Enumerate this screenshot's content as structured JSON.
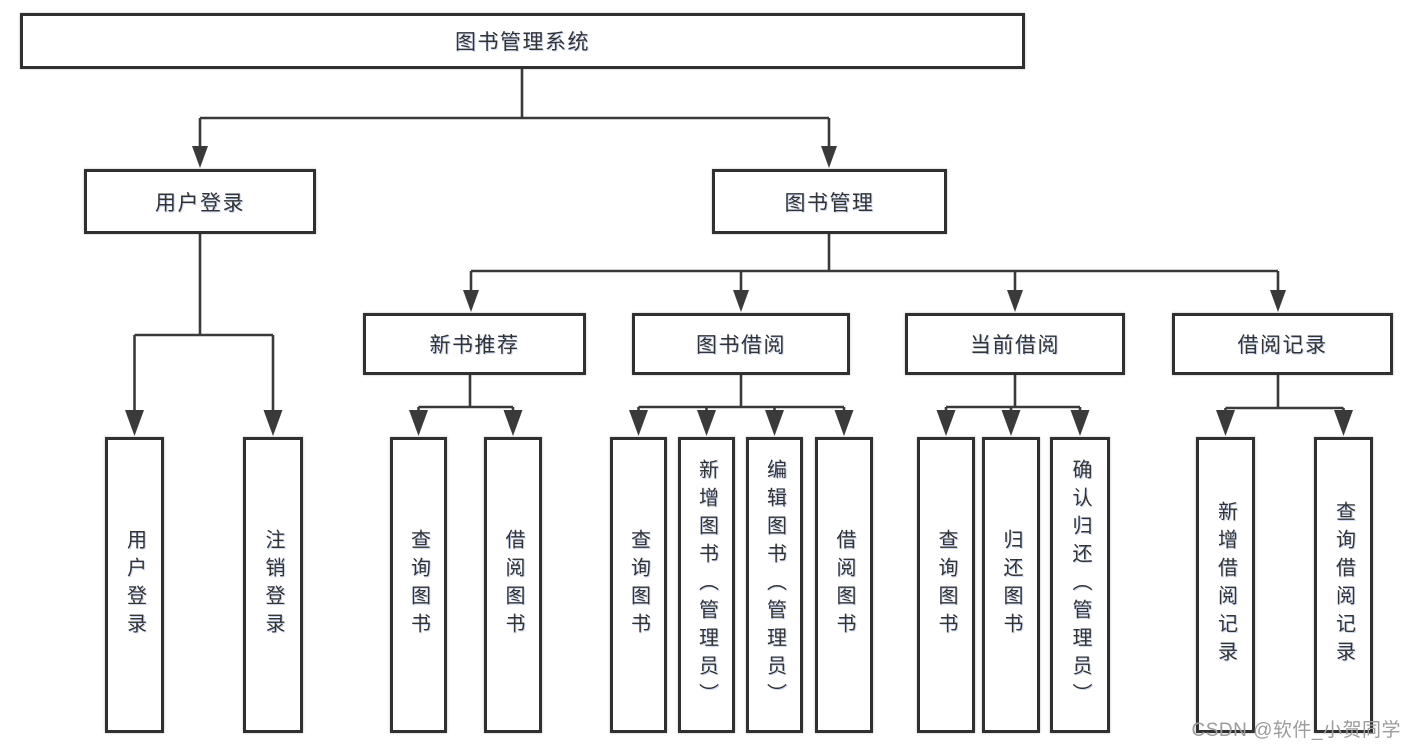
{
  "nodes": {
    "root": {
      "label": "图书管理系统"
    },
    "user_login": {
      "label": "用户登录"
    },
    "book_mgmt": {
      "label": "图书管理"
    },
    "new_book_rec": {
      "label": "新书推荐"
    },
    "book_borrow": {
      "label": "图书借阅"
    },
    "current_borrow": {
      "label": "当前借阅"
    },
    "borrow_records": {
      "label": "借阅记录"
    },
    "leaf_user_login": {
      "label": "用户登录"
    },
    "leaf_logout": {
      "label": "注销登录"
    },
    "leaf_nbr_query_book": {
      "label": "查询图书"
    },
    "leaf_nbr_borrow_book": {
      "label": "借阅图书"
    },
    "leaf_bb_query_book": {
      "label": "查询图书"
    },
    "leaf_bb_add_book": {
      "label": "新增图书（管理员）"
    },
    "leaf_bb_edit_book": {
      "label": "编辑图书（管理员）"
    },
    "leaf_bb_borrow_book": {
      "label": "借阅图书"
    },
    "leaf_cb_query_book": {
      "label": "查询图书"
    },
    "leaf_cb_return_book": {
      "label": "归还图书"
    },
    "leaf_cb_confirm_return": {
      "label": "确认归还（管理员）"
    },
    "leaf_br_add_record": {
      "label": "新增借阅记录"
    },
    "leaf_br_query_record": {
      "label": "查询借阅记录"
    }
  },
  "hierarchy": {
    "图书管理系统": {
      "用户登录": [
        "用户登录",
        "注销登录"
      ],
      "图书管理": {
        "新书推荐": [
          "查询图书",
          "借阅图书"
        ],
        "图书借阅": [
          "查询图书",
          "新增图书（管理员）",
          "编辑图书（管理员）",
          "借阅图书"
        ],
        "当前借阅": [
          "查询图书",
          "归还图书",
          "确认归还（管理员）"
        ],
        "借阅记录": [
          "新增借阅记录",
          "查询借阅记录"
        ]
      }
    }
  },
  "watermark": {
    "text": "CSDN @软件_小贺同学"
  },
  "colors": {
    "background": "#ffffff",
    "box_fill": "#ffffff",
    "box_border": "#303030",
    "line": "#3a3a3a",
    "text": "#333333",
    "watermark": "#9c9c9c"
  }
}
